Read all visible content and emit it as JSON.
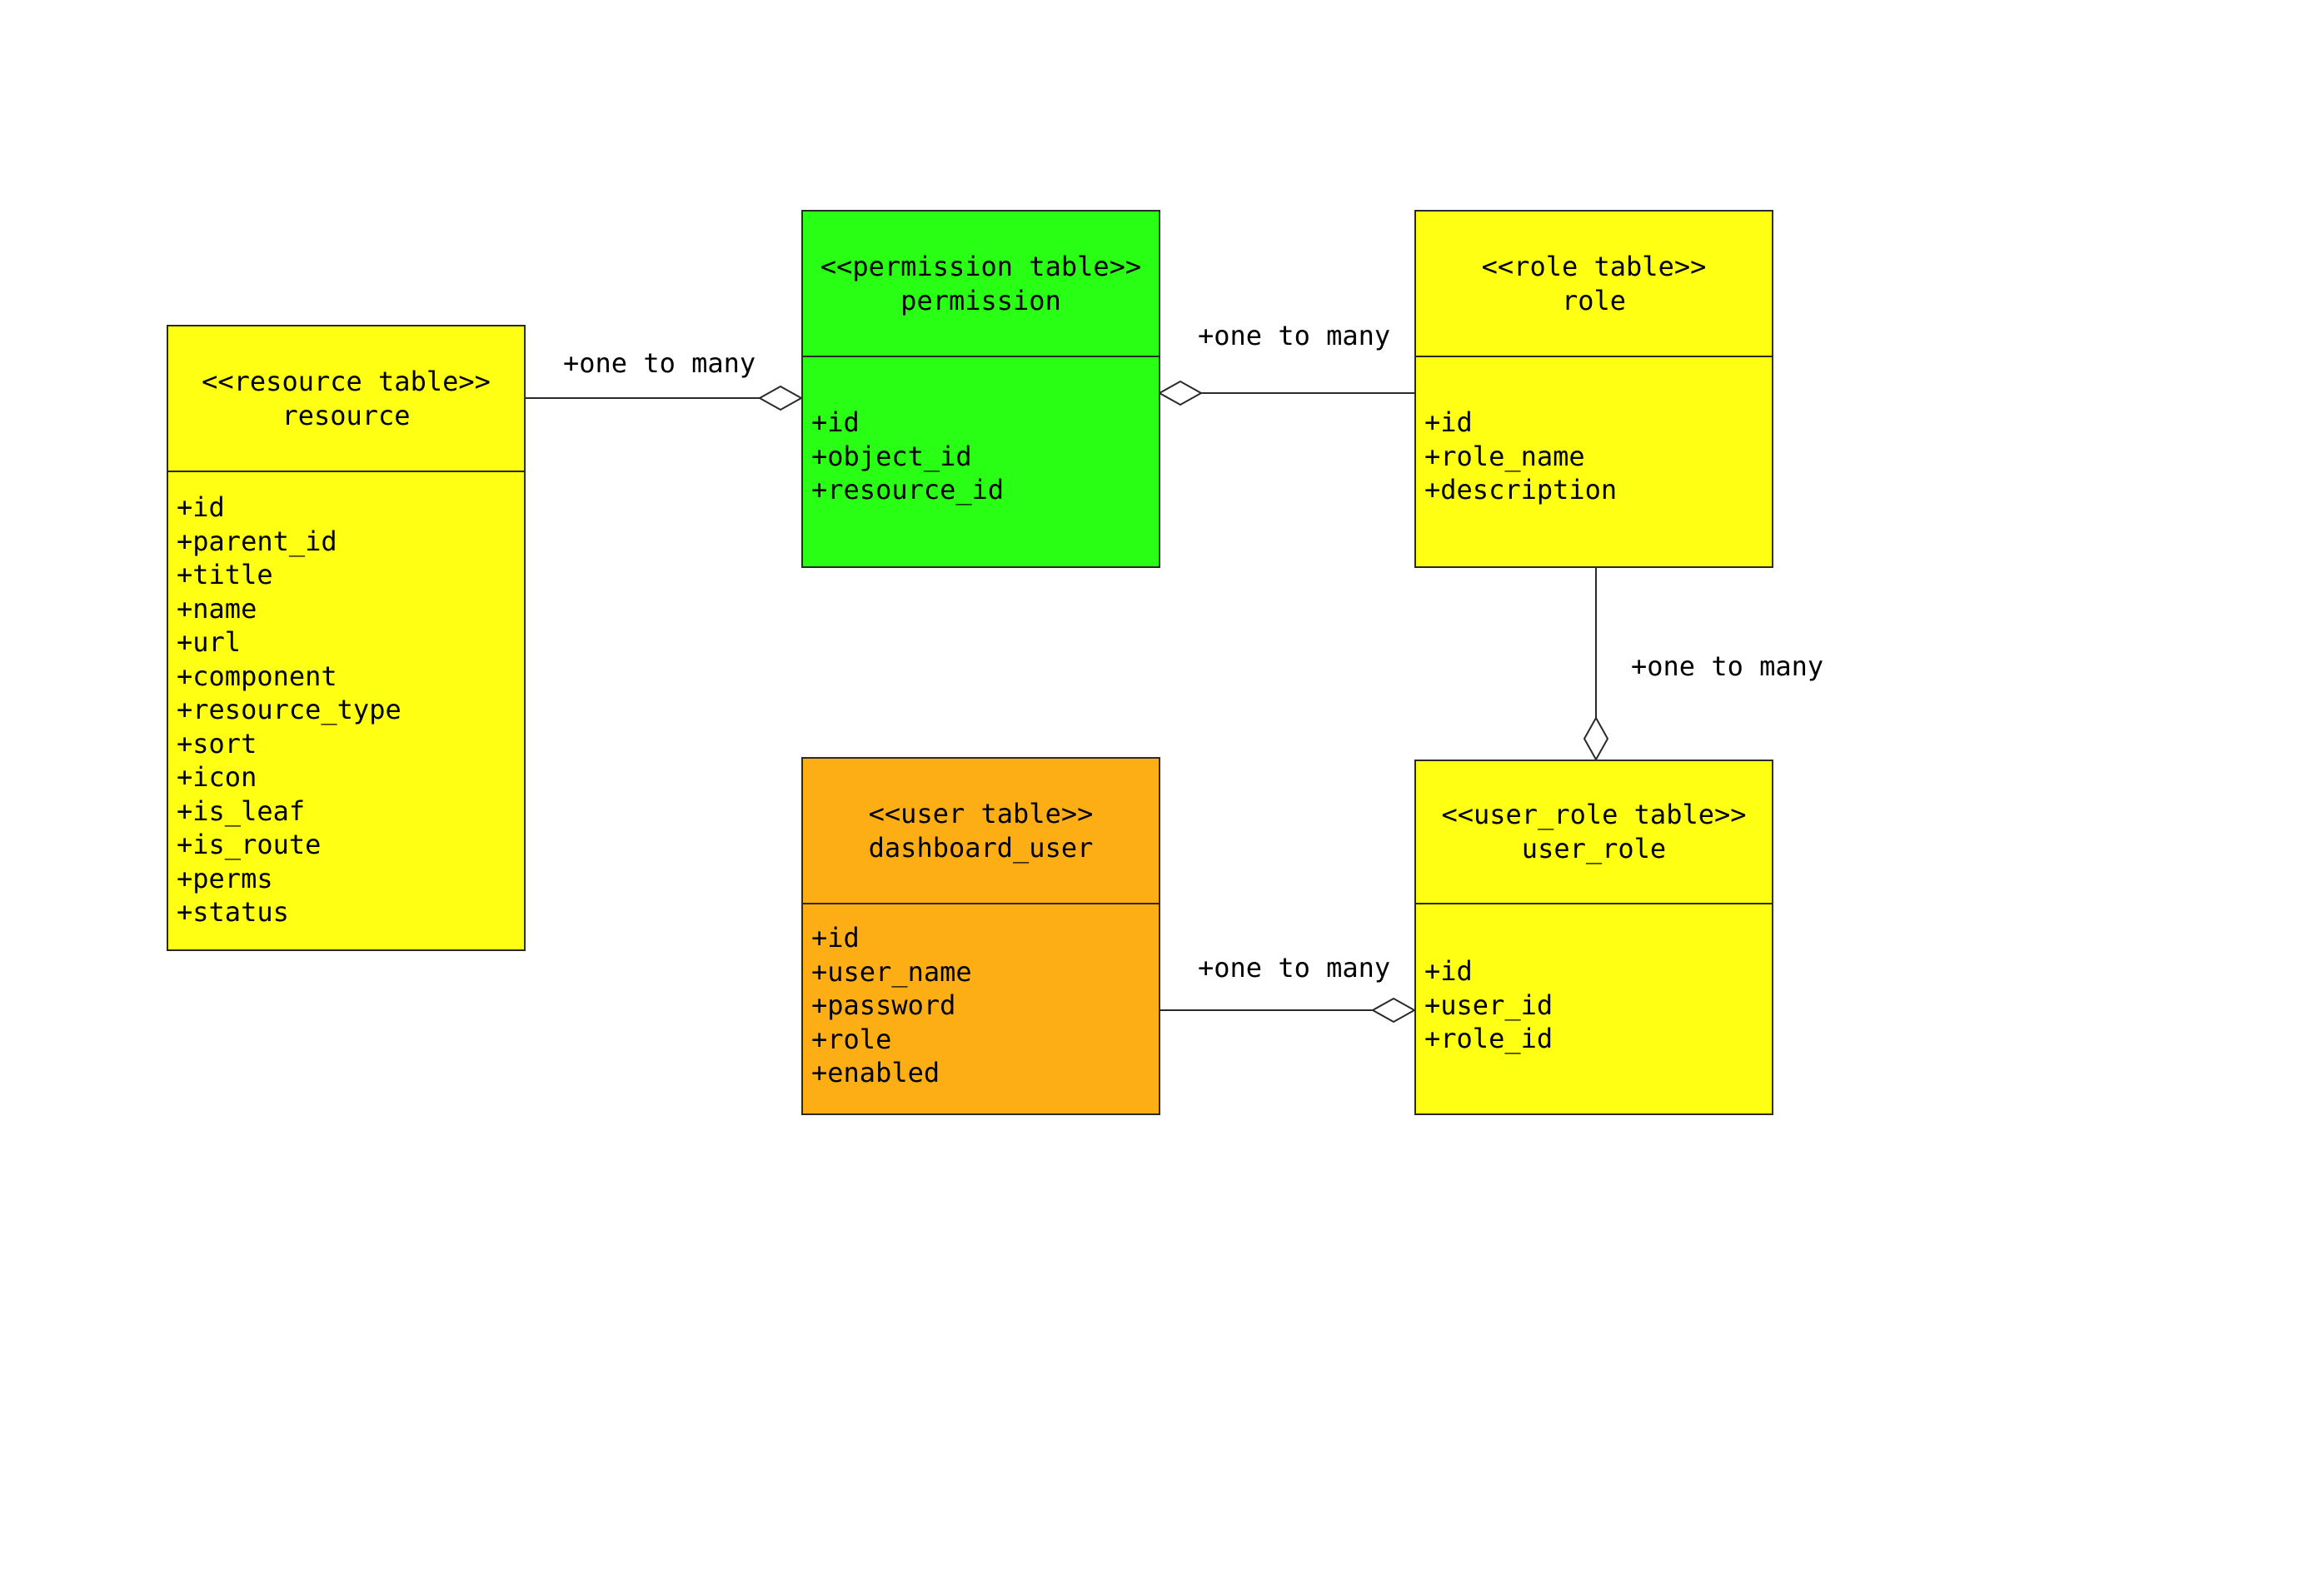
{
  "colors": {
    "yellow": "#ffff14",
    "green": "#29ff14",
    "orange": "#fdae14",
    "line": "#2a2a2a"
  },
  "classes": {
    "resource": {
      "stereotype": "<<resource table>>",
      "name": "resource",
      "attributes": [
        "+id",
        "+parent_id",
        "+title",
        "+name",
        "+url",
        "+component",
        "+resource_type",
        "+sort",
        "+icon",
        "+is_leaf",
        "+is_route",
        "+perms",
        "+status"
      ]
    },
    "permission": {
      "stereotype": "<<permission table>>",
      "name": "permission",
      "attributes": [
        "+id",
        "+object_id",
        "+resource_id"
      ]
    },
    "role": {
      "stereotype": "<<role table>>",
      "name": "role",
      "attributes": [
        "+id",
        "+role_name",
        "+description"
      ]
    },
    "dashboard_user": {
      "stereotype": "<<user table>>",
      "name": "dashboard_user",
      "attributes": [
        "+id",
        "+user_name",
        "+password",
        "+role",
        "+enabled"
      ]
    },
    "user_role": {
      "stereotype": "<<user_role table>>",
      "name": "user_role",
      "attributes": [
        "+id",
        "+user_id",
        "+role_id"
      ]
    }
  },
  "relations": [
    {
      "from": "resource",
      "to": "permission",
      "label": "+one to many"
    },
    {
      "from": "role",
      "to": "permission",
      "label": "+one to many"
    },
    {
      "from": "role",
      "to": "user_role",
      "label": "+one to many"
    },
    {
      "from": "dashboard_user",
      "to": "user_role",
      "label": "+one to many"
    }
  ]
}
